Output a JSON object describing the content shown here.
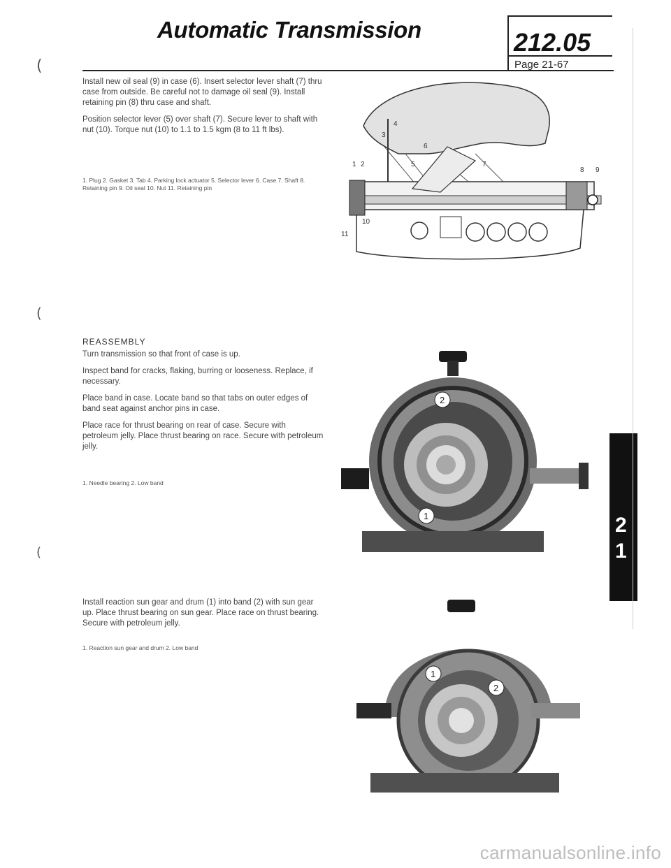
{
  "header": {
    "title": "Automatic Transmission",
    "section_code": "212.05",
    "page": "Page 21-67"
  },
  "section1": {
    "paragraphs": [
      "Install new oil seal (9) in case (6). Insert selector lever shaft (7) thru case from outside. Be careful not to damage oil seal (9). Install retaining pin (8) thru case and shaft.",
      "Position selector lever (5) over shaft (7). Secure lever to shaft with nut (10). Torque nut (10) to 1.1 to 1.5 kgm (8 to 11 ft lbs)."
    ],
    "caption": "1. Plug 2. Gasket 3. Tab 4. Parking lock actuator 5. Selector lever 6. Case 7. Shaft 8. Retaining pin 9. Oil seal 10. Nut 11. Retaining pin",
    "figure_labels": [
      "1",
      "2",
      "3",
      "4",
      "5",
      "6",
      "7",
      "8",
      "9",
      "10",
      "11"
    ]
  },
  "section2": {
    "heading": "REASSEMBLY",
    "paragraphs": [
      "Turn transmission so that front of case is up.",
      "Inspect band for cracks, flaking, burring or looseness. Replace, if necessary.",
      "Place band in case. Locate band so that tabs on outer edges of band seat against anchor pins in case.",
      "Place race for thrust bearing on rear of case. Secure with petroleum jelly. Place thrust bearing on race. Secure with petroleum jelly."
    ],
    "caption": "1. Needle bearing 2. Low band",
    "figure_labels": [
      "1",
      "2"
    ]
  },
  "section3": {
    "paragraph": "Install reaction sun gear and drum (1) into band (2) with sun gear up. Place thrust bearing on sun gear. Place race on thrust bearing. Secure with petroleum jelly.",
    "caption": "1. Reaction sun gear and drum 2. Low band",
    "figure_labels": [
      "1",
      "2"
    ]
  },
  "tab": {
    "digits": [
      "2",
      "1"
    ]
  },
  "footer": {
    "url": "carmanualsonline.info"
  }
}
